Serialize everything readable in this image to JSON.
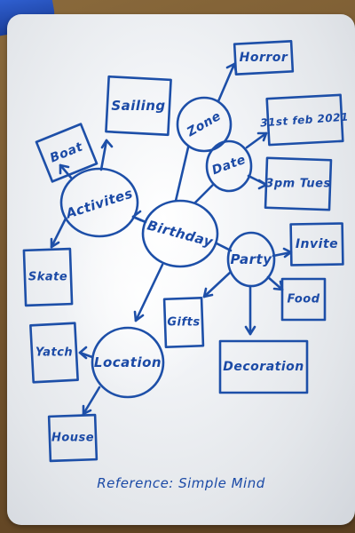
{
  "nodes": {
    "birthday": "Birthday",
    "activities": "Activites",
    "location": "Location",
    "party": "Party",
    "date": "Date",
    "zone": "Zone",
    "horror": "Horror",
    "feb": "31st feb 2021",
    "time": "3pm Tues",
    "invite": "Invite",
    "food": "Food",
    "gifts": "Gifts",
    "decoration": "Decoration",
    "boat": "Boat",
    "sailing": "Sailing",
    "skate": "Skate",
    "yatch": "Yatch",
    "house": "House"
  },
  "reference": "Reference: Simple Mind",
  "ink_color": "#1d4fa8"
}
